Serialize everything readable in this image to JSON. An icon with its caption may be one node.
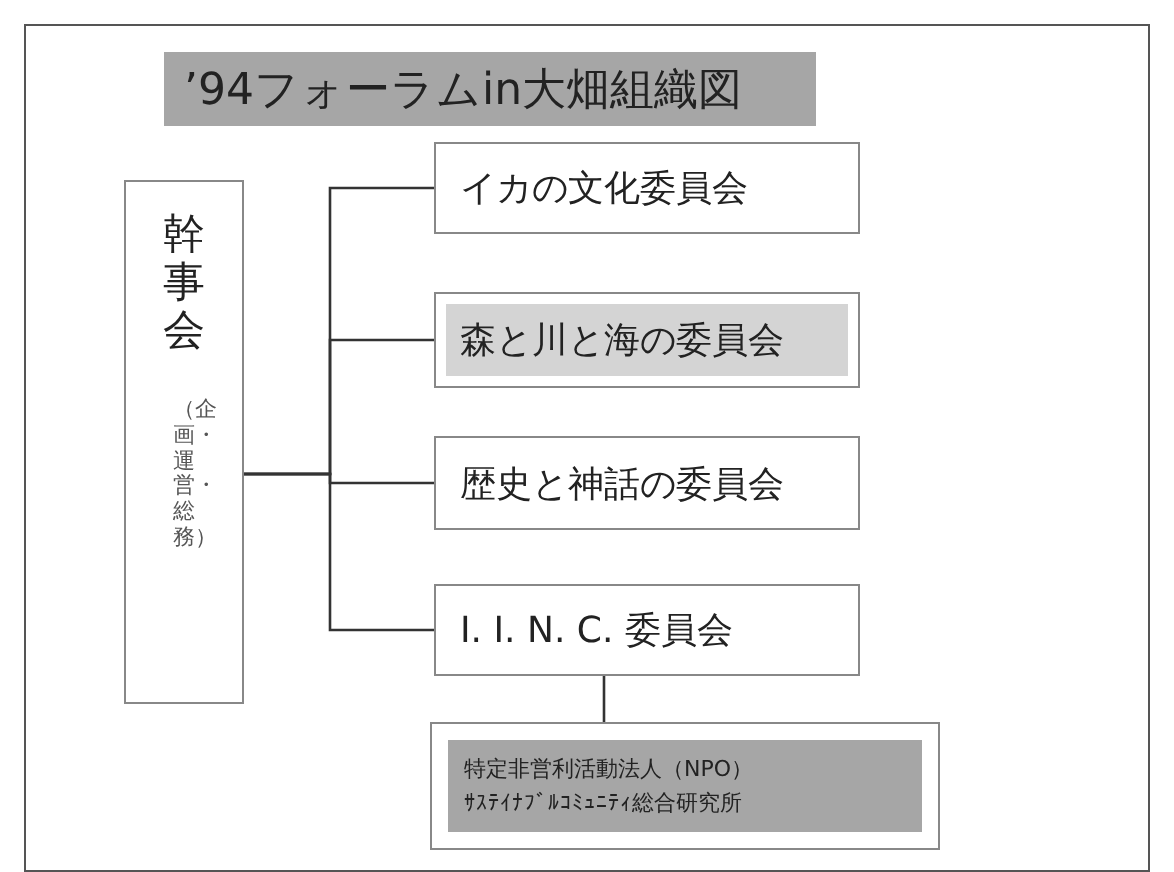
{
  "diagram": {
    "title": "’94フォーラムin大畑組織図",
    "nodes": [
      {
        "text": [
          "幹事会",
          "（企画・運営・総務）"
        ]
      },
      {
        "text": [
          "イカの文化委員会"
        ]
      },
      {
        "text": [
          "森と川と海の委員会"
        ]
      },
      {
        "text": [
          "歴史と神話の委員会"
        ]
      },
      {
        "text": [
          "I. I. N. C. 委員会"
        ]
      },
      {
        "text": [
          "特定非営利活動法人（NPO）",
          "ｻｽﾃｲﾅﾌﾞﾙｺﾐｭﾆﾃｨ総合研究所"
        ]
      }
    ],
    "edges": [
      {
        "from": 0,
        "to": 1,
        "arrow": "none"
      },
      {
        "from": 0,
        "to": 2,
        "arrow": "none"
      },
      {
        "from": 0,
        "to": 3,
        "arrow": "none"
      },
      {
        "from": 0,
        "to": 4,
        "arrow": "none"
      },
      {
        "from": 4,
        "to": 5,
        "arrow": "none"
      }
    ]
  }
}
